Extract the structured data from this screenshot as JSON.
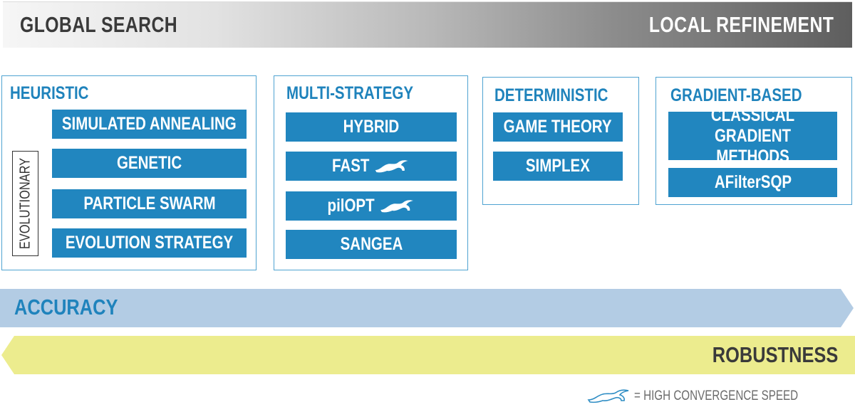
{
  "header": {
    "left": "GLOBAL SEARCH",
    "right": "LOCAL REFINEMENT"
  },
  "groups": {
    "heuristic": {
      "title": "HEURISTIC",
      "items": [
        "SIMULATED ANNEALING",
        "GENETIC",
        "PARTICLE SWARM",
        "EVOLUTION STRATEGY"
      ],
      "evolutionary_label": "EVOLUTIONARY"
    },
    "multi": {
      "title": "MULTI-STRATEGY",
      "items": [
        "HYBRID",
        "FAST",
        "pilOPT",
        "SANGEA"
      ]
    },
    "deterministic": {
      "title": "DETERMINISTIC",
      "items": [
        "GAME THEORY",
        "SIMPLEX"
      ]
    },
    "gradient": {
      "title": "GRADIENT-BASED",
      "items": [
        "CLASSICAL GRADIENT METHODS",
        "AFilterSQP"
      ]
    }
  },
  "arrows": {
    "accuracy": "ACCURACY",
    "robustness": "ROBUSTNESS"
  },
  "legend": {
    "text": "= HIGH CONVERGENCE SPEED",
    "icon": "hare-icon"
  },
  "colors": {
    "item_fill": "#2186bf",
    "group_border": "#4fa3d1",
    "title_text": "#1f83bc",
    "accuracy_arrow": "#b3cce4",
    "robustness_arrow": "#ecec8e"
  }
}
